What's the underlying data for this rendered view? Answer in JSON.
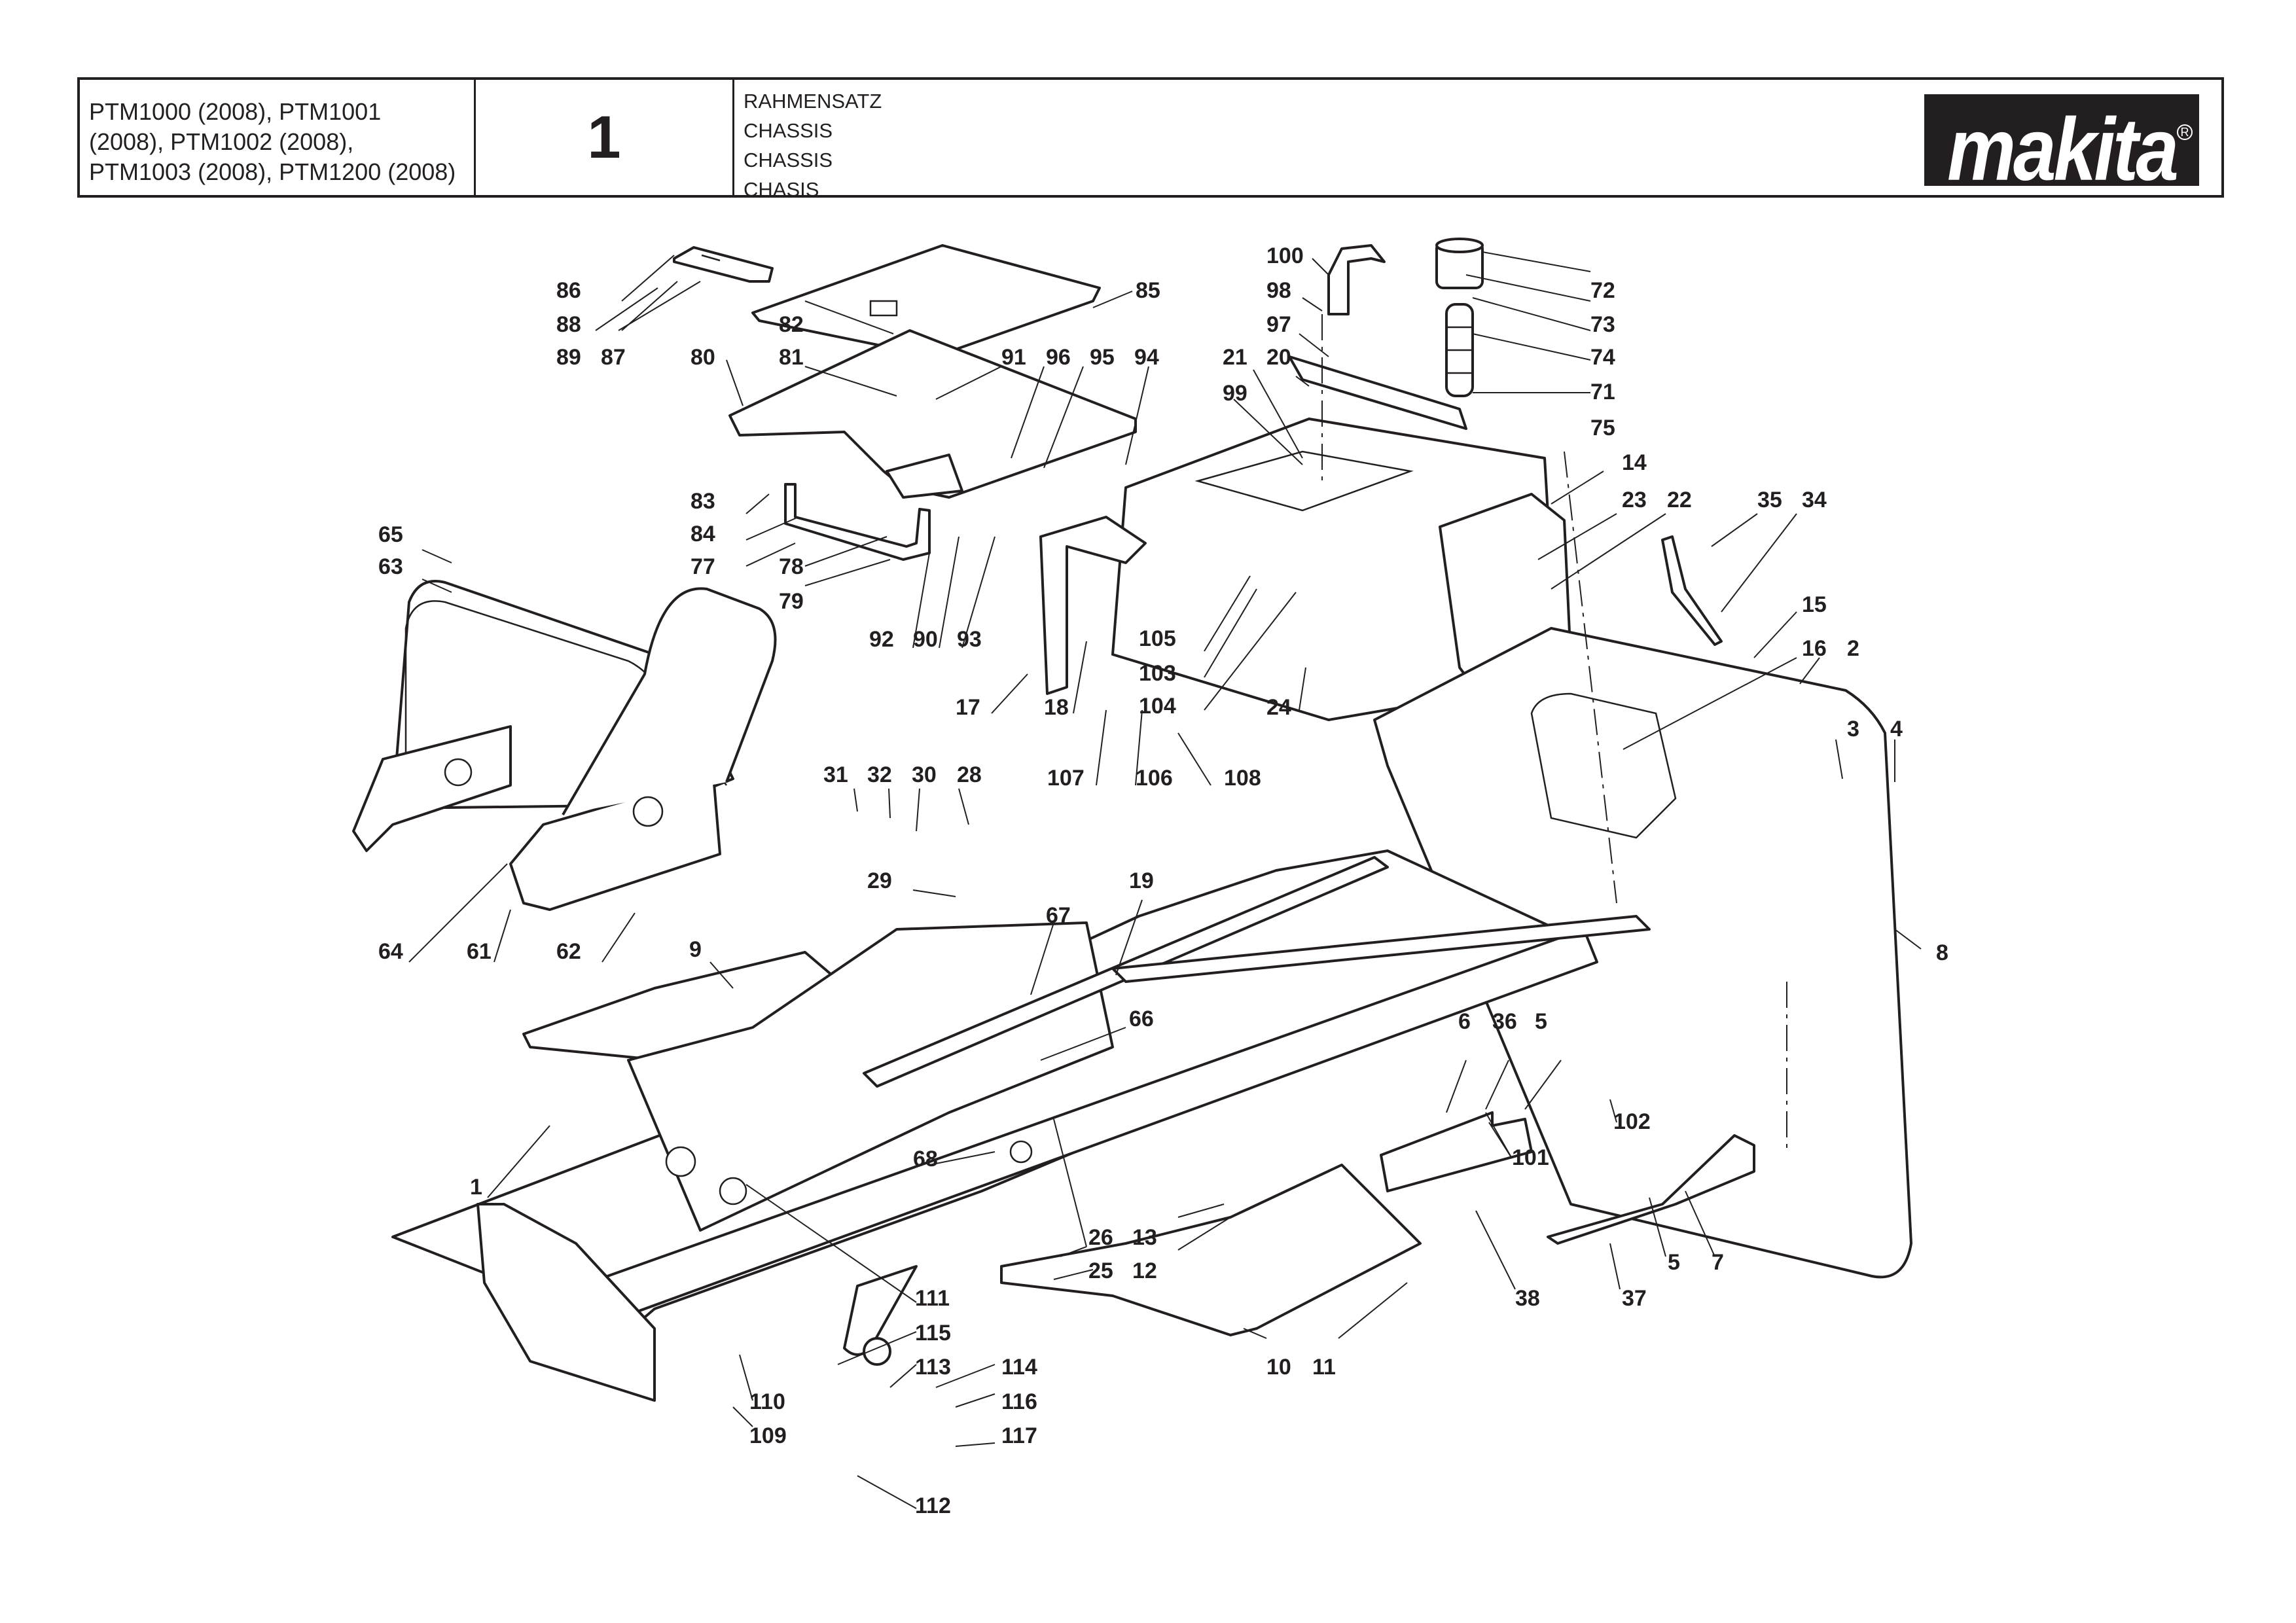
{
  "header": {
    "models": "PTM1000 (2008), PTM1001 (2008), PTM1002 (2008), PTM1003 (2008), PTM1200 (2008)",
    "models_lines": [
      "PTM1000 (2008), PTM1001",
      "(2008), PTM1002 (2008),",
      "PTM1003 (2008), PTM1200 (2008)"
    ],
    "page_number": "1",
    "titles": [
      "RAHMENSATZ",
      "CHASSIS",
      "CHASSIS",
      "CHASIS"
    ],
    "brand": "makita",
    "brand_registered": "R"
  },
  "diagram": {
    "subject": "Exploded view of tractor chassis assembly",
    "callouts": [
      {
        "id": "86",
        "label": "86"
      },
      {
        "id": "88",
        "label": "88"
      },
      {
        "id": "89",
        "label": "89"
      },
      {
        "id": "87",
        "label": "87"
      },
      {
        "id": "85",
        "label": "85"
      },
      {
        "id": "82",
        "label": "82"
      },
      {
        "id": "80",
        "label": "80"
      },
      {
        "id": "81",
        "label": "81"
      },
      {
        "id": "91",
        "label": "91"
      },
      {
        "id": "96",
        "label": "96"
      },
      {
        "id": "95",
        "label": "95"
      },
      {
        "id": "94",
        "label": "94"
      },
      {
        "id": "83",
        "label": "83"
      },
      {
        "id": "84",
        "label": "84"
      },
      {
        "id": "77",
        "label": "77"
      },
      {
        "id": "78",
        "label": "78"
      },
      {
        "id": "79",
        "label": "79"
      },
      {
        "id": "92",
        "label": "92"
      },
      {
        "id": "90",
        "label": "90"
      },
      {
        "id": "93",
        "label": "93"
      },
      {
        "id": "65",
        "label": "65"
      },
      {
        "id": "63",
        "label": "63"
      },
      {
        "id": "64",
        "label": "64"
      },
      {
        "id": "61",
        "label": "61"
      },
      {
        "id": "62",
        "label": "62"
      },
      {
        "id": "9",
        "label": "9"
      },
      {
        "id": "100",
        "label": "100"
      },
      {
        "id": "98",
        "label": "98"
      },
      {
        "id": "97",
        "label": "97"
      },
      {
        "id": "21",
        "label": "21"
      },
      {
        "id": "20",
        "label": "20"
      },
      {
        "id": "99",
        "label": "99"
      },
      {
        "id": "72",
        "label": "72"
      },
      {
        "id": "73",
        "label": "73"
      },
      {
        "id": "74",
        "label": "74"
      },
      {
        "id": "71",
        "label": "71"
      },
      {
        "id": "75",
        "label": "75"
      },
      {
        "id": "14",
        "label": "14"
      },
      {
        "id": "23",
        "label": "23"
      },
      {
        "id": "22",
        "label": "22"
      },
      {
        "id": "35",
        "label": "35"
      },
      {
        "id": "34",
        "label": "34"
      },
      {
        "id": "15",
        "label": "15"
      },
      {
        "id": "16",
        "label": "16"
      },
      {
        "id": "2",
        "label": "2"
      },
      {
        "id": "3",
        "label": "3"
      },
      {
        "id": "4",
        "label": "4"
      },
      {
        "id": "8",
        "label": "8"
      },
      {
        "id": "17",
        "label": "17"
      },
      {
        "id": "18",
        "label": "18"
      },
      {
        "id": "105",
        "label": "105"
      },
      {
        "id": "103",
        "label": "103"
      },
      {
        "id": "104",
        "label": "104"
      },
      {
        "id": "24",
        "label": "24"
      },
      {
        "id": "107",
        "label": "107"
      },
      {
        "id": "106",
        "label": "106"
      },
      {
        "id": "108",
        "label": "108"
      },
      {
        "id": "31",
        "label": "31"
      },
      {
        "id": "32",
        "label": "32"
      },
      {
        "id": "30",
        "label": "30"
      },
      {
        "id": "28",
        "label": "28"
      },
      {
        "id": "29",
        "label": "29"
      },
      {
        "id": "19",
        "label": "19"
      },
      {
        "id": "67",
        "label": "67"
      },
      {
        "id": "66",
        "label": "66"
      },
      {
        "id": "1",
        "label": "1"
      },
      {
        "id": "68",
        "label": "68"
      },
      {
        "id": "26",
        "label": "26"
      },
      {
        "id": "13",
        "label": "13"
      },
      {
        "id": "25",
        "label": "25"
      },
      {
        "id": "12",
        "label": "12"
      },
      {
        "id": "111",
        "label": "111"
      },
      {
        "id": "115",
        "label": "115"
      },
      {
        "id": "113",
        "label": "113"
      },
      {
        "id": "114",
        "label": "114"
      },
      {
        "id": "110",
        "label": "110"
      },
      {
        "id": "116",
        "label": "116"
      },
      {
        "id": "109",
        "label": "109"
      },
      {
        "id": "117",
        "label": "117"
      },
      {
        "id": "112",
        "label": "112"
      },
      {
        "id": "10",
        "label": "10"
      },
      {
        "id": "11",
        "label": "11"
      },
      {
        "id": "6",
        "label": "6"
      },
      {
        "id": "36",
        "label": "36"
      },
      {
        "id": "5a",
        "label": "5"
      },
      {
        "id": "102",
        "label": "102"
      },
      {
        "id": "101",
        "label": "101"
      },
      {
        "id": "38",
        "label": "38"
      },
      {
        "id": "37",
        "label": "37"
      },
      {
        "id": "5b",
        "label": "5"
      },
      {
        "id": "7",
        "label": "7"
      }
    ]
  }
}
